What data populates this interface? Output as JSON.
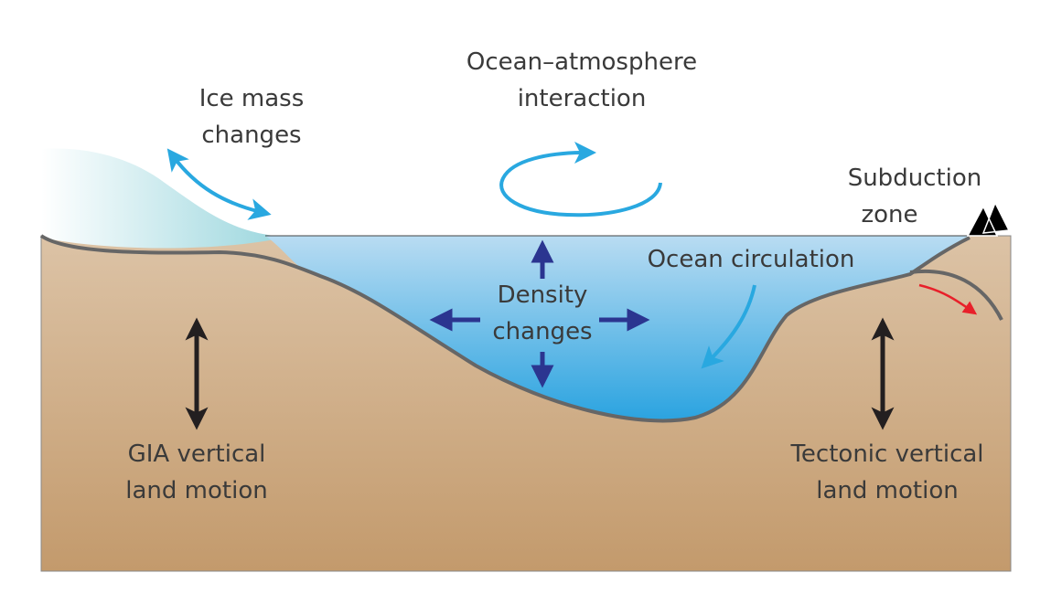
{
  "labels": {
    "ice_mass": [
      "Ice mass",
      "changes"
    ],
    "ocean_atmosphere": [
      "Ocean–atmosphere",
      "interaction"
    ],
    "subduction": [
      "Subduction",
      "zone"
    ],
    "ocean_circulation": "Ocean circulation",
    "density": [
      "Density",
      "changes"
    ],
    "gia": [
      "GIA vertical",
      "land motion"
    ],
    "tectonic": [
      "Tectonic vertical",
      "land motion"
    ]
  },
  "colors": {
    "land_top": "#dcc3a6",
    "land_bottom": "#c39a6c",
    "water_top": "#b9dcf2",
    "water_bottom": "#2aa3e0",
    "light_blue_arrow": "#29a8e0",
    "dark_blue_arrow": "#2b3590",
    "black_arrow": "#231f20",
    "red_arrow": "#e8202a",
    "outline": "#666666"
  }
}
